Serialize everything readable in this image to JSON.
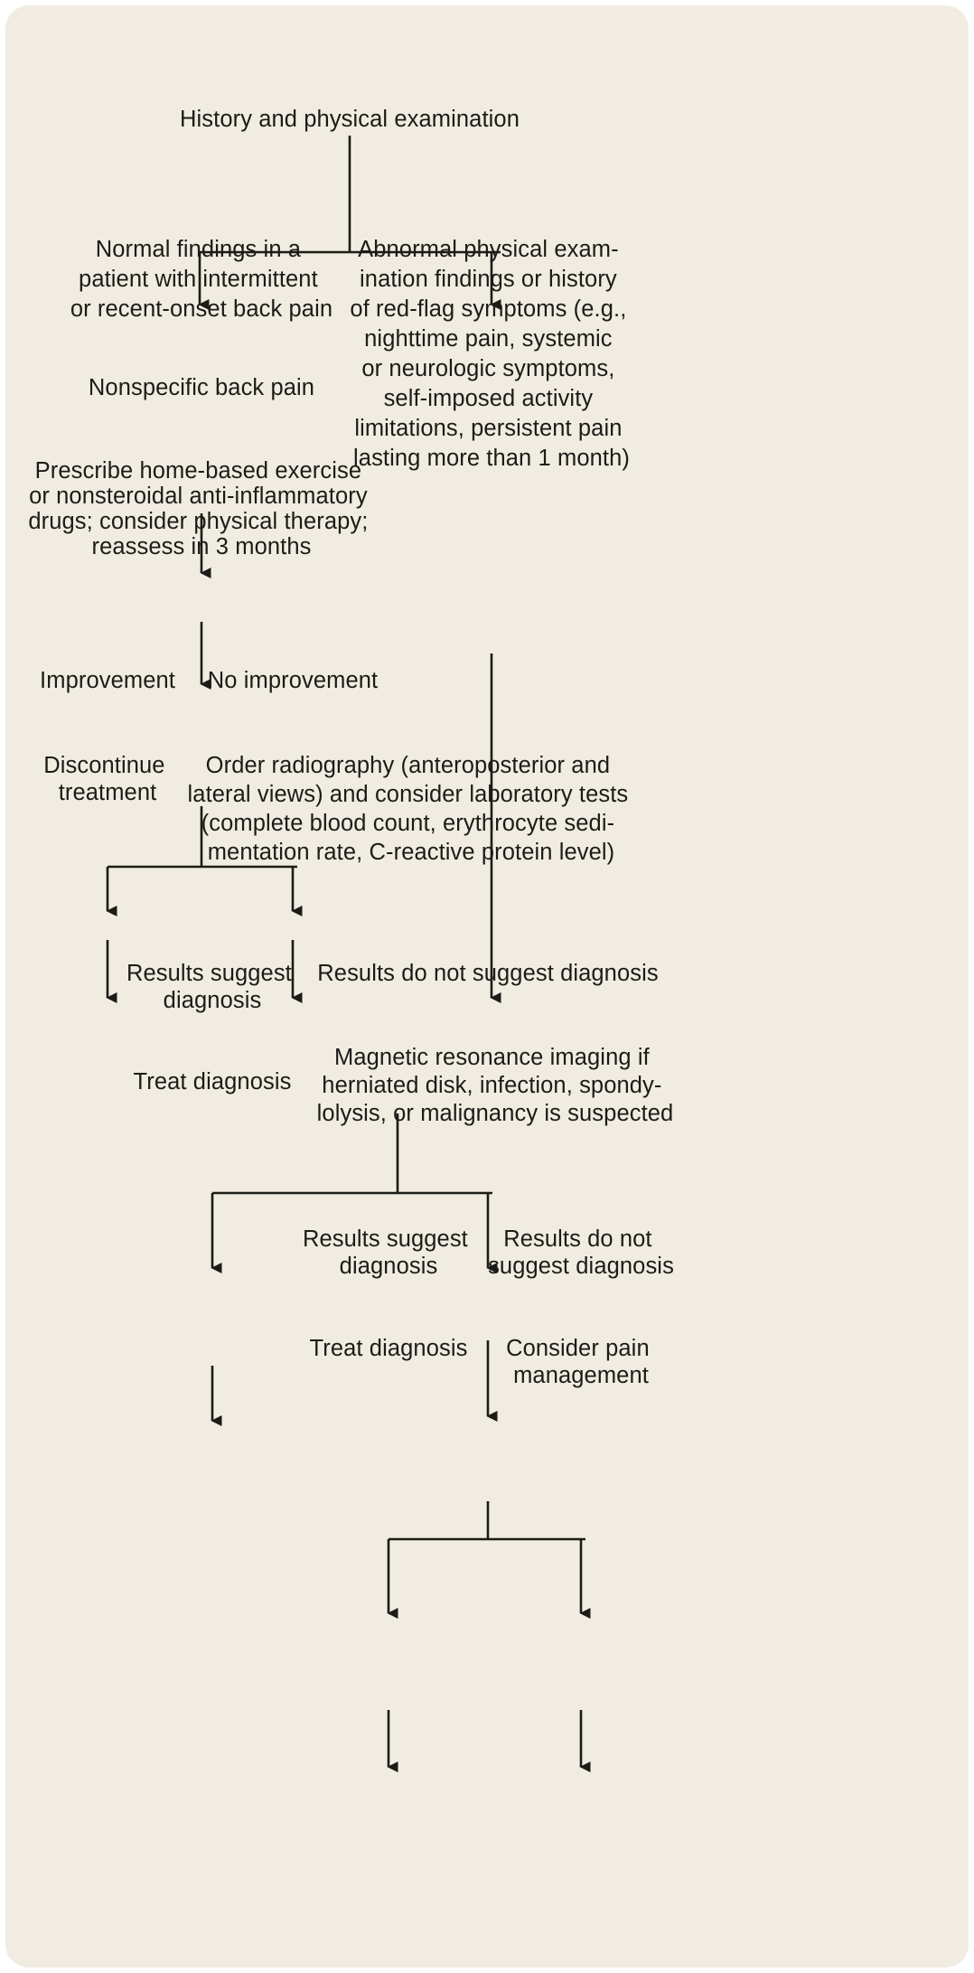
{
  "figure": {
    "background_color": "#f0ece1",
    "text_color": "#1b1b18",
    "line_color": "#1b1b18",
    "type": "flowchart",
    "title": "Evaluation of back pain"
  },
  "chart_data": {
    "type": "diagram",
    "title": "Diagnostic algorithm for back pain",
    "nodes": [
      {
        "id": "n1",
        "text": "History and physical examination"
      },
      {
        "id": "n2",
        "text": "Normal findings in a patient with intermittent or recent-onset back pain"
      },
      {
        "id": "n3",
        "text": "Abnormal physical examination findings or history of red-flag symptoms (e.g., nighttime pain, systemic or neurologic symptoms, self-imposed activity limitations, persistent pain lasting more than 1 month)"
      },
      {
        "id": "n4",
        "text": "Nonspecific back pain"
      },
      {
        "id": "n5",
        "text": "Prescribe home-based exercise or nonsteroidal anti-inflammatory drugs; consider physical therapy; reassess in 3 months"
      },
      {
        "id": "n6",
        "text": "Improvement"
      },
      {
        "id": "n7",
        "text": "No improvement"
      },
      {
        "id": "n8",
        "text": "Discontinue treatment"
      },
      {
        "id": "n9",
        "text": "Order radiography (anteroposterior and lateral views) and consider laboratory tests (complete blood count, erythrocyte sedimentation rate, C-reactive protein level)"
      },
      {
        "id": "n10",
        "text": "Results suggest diagnosis"
      },
      {
        "id": "n11",
        "text": "Results do not suggest diagnosis"
      },
      {
        "id": "n12",
        "text": "Treat diagnosis"
      },
      {
        "id": "n13",
        "text": "Magnetic resonance imaging if herniated disk, infection, spondylolysis, or malignancy is suspected"
      },
      {
        "id": "n14",
        "text": "Results suggest diagnosis"
      },
      {
        "id": "n15",
        "text": "Results do not suggest diagnosis"
      },
      {
        "id": "n16",
        "text": "Treat diagnosis"
      },
      {
        "id": "n17",
        "text": "Consider pain management"
      }
    ],
    "edges": [
      {
        "from": "n1",
        "to": "n2"
      },
      {
        "from": "n1",
        "to": "n3"
      },
      {
        "from": "n2",
        "to": "n4"
      },
      {
        "from": "n4",
        "to": "n5"
      },
      {
        "from": "n5",
        "to": "n6"
      },
      {
        "from": "n5",
        "to": "n7"
      },
      {
        "from": "n6",
        "to": "n8"
      },
      {
        "from": "n7",
        "to": "n9"
      },
      {
        "from": "n3",
        "to": "n9"
      },
      {
        "from": "n9",
        "to": "n10"
      },
      {
        "from": "n9",
        "to": "n11"
      },
      {
        "from": "n10",
        "to": "n12"
      },
      {
        "from": "n11",
        "to": "n13"
      },
      {
        "from": "n13",
        "to": "n14"
      },
      {
        "from": "n13",
        "to": "n15"
      },
      {
        "from": "n14",
        "to": "n16"
      },
      {
        "from": "n15",
        "to": "n17"
      }
    ]
  },
  "nodes": {
    "history": {
      "lines": [
        "History and physical examination"
      ]
    },
    "normal_findings": {
      "lines": [
        "Normal findings in a",
        "patient with intermittent",
        "or recent-onset back pain"
      ]
    },
    "abnormal_findings": {
      "lines": [
        "Abnormal physical exam-",
        "ination findings or history",
        "of red-flag symptoms (e.g.,",
        "nighttime pain, systemic",
        "or neurologic symptoms,",
        "self-imposed activity",
        "limitations, persistent pain",
        "lasting more than 1 month)"
      ]
    },
    "nonspecific": {
      "lines": [
        "Nonspecific back pain"
      ]
    },
    "prescribe": {
      "lines": [
        "Prescribe home-based exercise",
        "or nonsteroidal anti-inflammatory",
        "drugs; consider physical therapy;",
        "reassess in 3 months"
      ]
    },
    "improvement": {
      "lines": [
        "Improvement"
      ]
    },
    "no_improvement": {
      "lines": [
        "No improvement"
      ]
    },
    "discontinue": {
      "lines": [
        "Discontinue",
        "treatment"
      ]
    },
    "radiography": {
      "lines": [
        "Order radiography (anteroposterior and",
        "lateral views) and consider laboratory tests",
        "(complete blood count, erythrocyte sedi-",
        "mentation rate, C-reactive protein level)"
      ]
    },
    "results_suggest_1": {
      "lines": [
        "Results suggest",
        "diagnosis"
      ]
    },
    "results_not_suggest_1": {
      "lines": [
        "Results do not suggest diagnosis"
      ]
    },
    "treat_diagnosis_1": {
      "lines": [
        "Treat diagnosis"
      ]
    },
    "mri": {
      "lines": [
        "Magnetic resonance imaging if",
        "herniated disk, infection, spondy-",
        "lolysis, or malignancy is suspected"
      ]
    },
    "results_suggest_2": {
      "lines": [
        "Results suggest",
        "diagnosis"
      ]
    },
    "results_not_suggest_2": {
      "lines": [
        "Results do not",
        "suggest diagnosis"
      ]
    },
    "treat_diagnosis_2": {
      "lines": [
        "Treat diagnosis"
      ]
    },
    "consider_pain": {
      "lines": [
        "Consider pain",
        "management"
      ]
    }
  }
}
